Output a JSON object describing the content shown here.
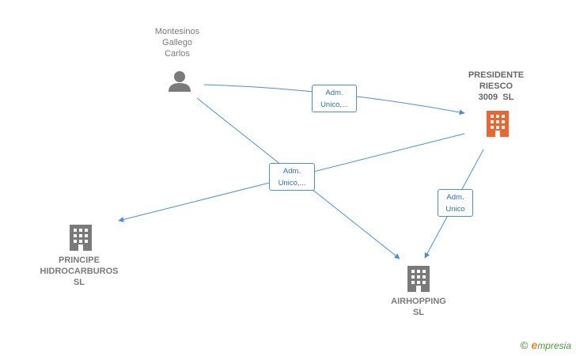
{
  "nodes": {
    "montesinos": {
      "lines": [
        "Montesinos",
        "Gallego",
        "Carlos"
      ],
      "kind": "person"
    },
    "presidente": {
      "lines": [
        "PRESIDENTE",
        "RIESCO",
        "3009  SL"
      ],
      "kind": "company-focus"
    },
    "principe": {
      "lines": [
        "PRINCIPE",
        "HIDROCARBUROS",
        "SL"
      ],
      "kind": "company"
    },
    "airhopping": {
      "lines": [
        "AIRHOPPING",
        "SL"
      ],
      "kind": "company"
    }
  },
  "edges": {
    "e1": {
      "lines": [
        "Adm.",
        "Unico,..."
      ]
    },
    "e2": {
      "lines": [
        "Adm.",
        "Unico,..."
      ]
    },
    "e3": {
      "lines": [
        "Adm.",
        "Unico"
      ]
    }
  },
  "brand": {
    "copyright": "©",
    "initial": "e",
    "rest": "mpresia"
  },
  "colors": {
    "edge": "#4a8fd8",
    "person_icon": "#7a7a7a",
    "company_icon": "#7a7a7a",
    "focus_icon": "#f0622e"
  }
}
